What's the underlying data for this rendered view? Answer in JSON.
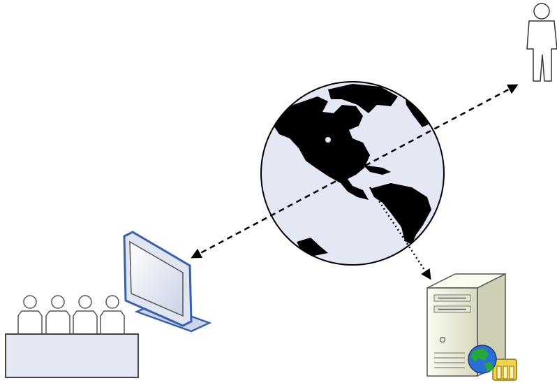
{
  "diagram": {
    "nodes": [
      {
        "id": "remote-user",
        "icon": "person-icon"
      },
      {
        "id": "internet",
        "icon": "globe-icon"
      },
      {
        "id": "audience-monitor",
        "icon": "monitor-icon"
      },
      {
        "id": "audience",
        "icon": "audience-icon"
      },
      {
        "id": "web-server",
        "icon": "web-server-icon"
      }
    ],
    "connections": [
      {
        "from": "audience-monitor",
        "to": "remote-user",
        "style": "dashed",
        "arrows": "both"
      },
      {
        "from": "internet",
        "to": "web-server",
        "style": "dotted",
        "arrows": "end"
      }
    ]
  },
  "colors": {
    "outline": "#000000",
    "globe_ocean": "#e3e8f4",
    "land": "#000000",
    "person_fill": "#ffffff",
    "monitor_frame": "#3b5fa8",
    "screen": "#f4f7fc",
    "server_body": "#f2f2e2",
    "earth_blue": "#2c6fd4",
    "earth_green": "#28a83a",
    "folder": "#f2d24a"
  }
}
